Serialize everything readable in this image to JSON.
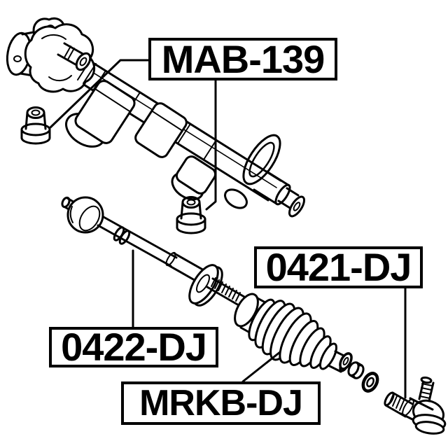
{
  "diagram": {
    "background_color": "#ffffff",
    "ink_color": "#000000",
    "labels": [
      {
        "id": "mab-139",
        "text": "MAB-139"
      },
      {
        "id": "0421-dj",
        "text": "0421-DJ"
      },
      {
        "id": "0422-dj",
        "text": "0422-DJ"
      },
      {
        "id": "mrkb-dj",
        "text": "MRKB-DJ"
      }
    ]
  }
}
